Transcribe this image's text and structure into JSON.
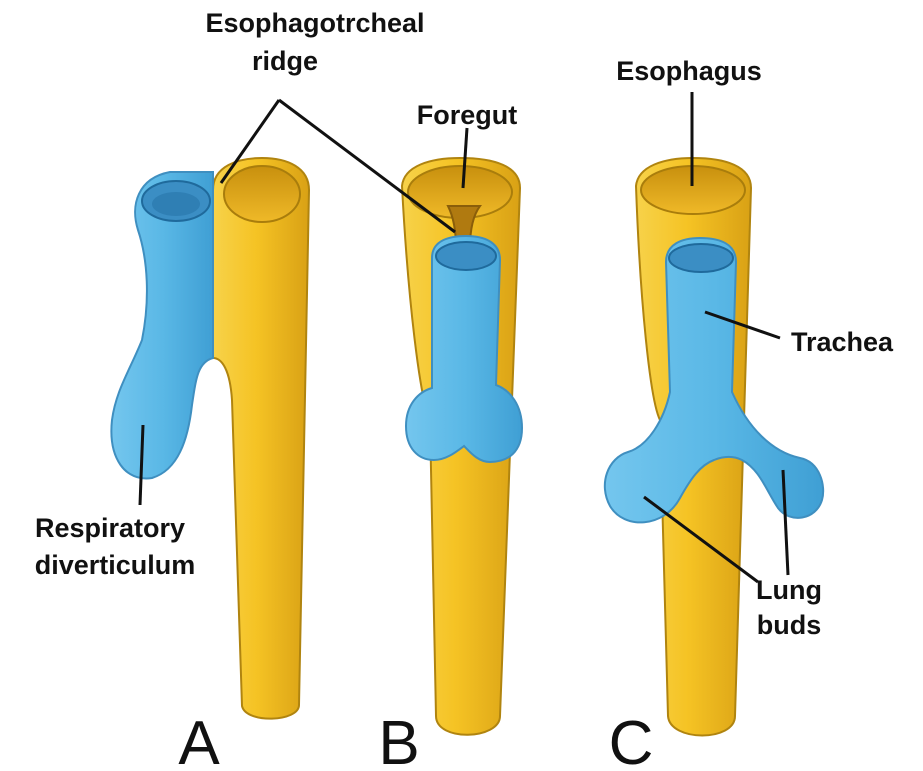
{
  "colors": {
    "foregut_yellow": "#f5c324",
    "diverticulum_blue": "#5ab8e6",
    "text": "#111111",
    "background": "#ffffff"
  },
  "labels": {
    "ridge_line1": "Esophagotrcheal",
    "ridge_line2": "ridge",
    "foregut": "Foregut",
    "esophagus": "Esophagus",
    "trachea": "Trachea",
    "resp_line1": "Respiratory",
    "resp_line2": "diverticulum",
    "lung_line1": "Lung",
    "lung_line2": "buds"
  },
  "panels": {
    "a": "A",
    "b": "B",
    "c": "C"
  }
}
